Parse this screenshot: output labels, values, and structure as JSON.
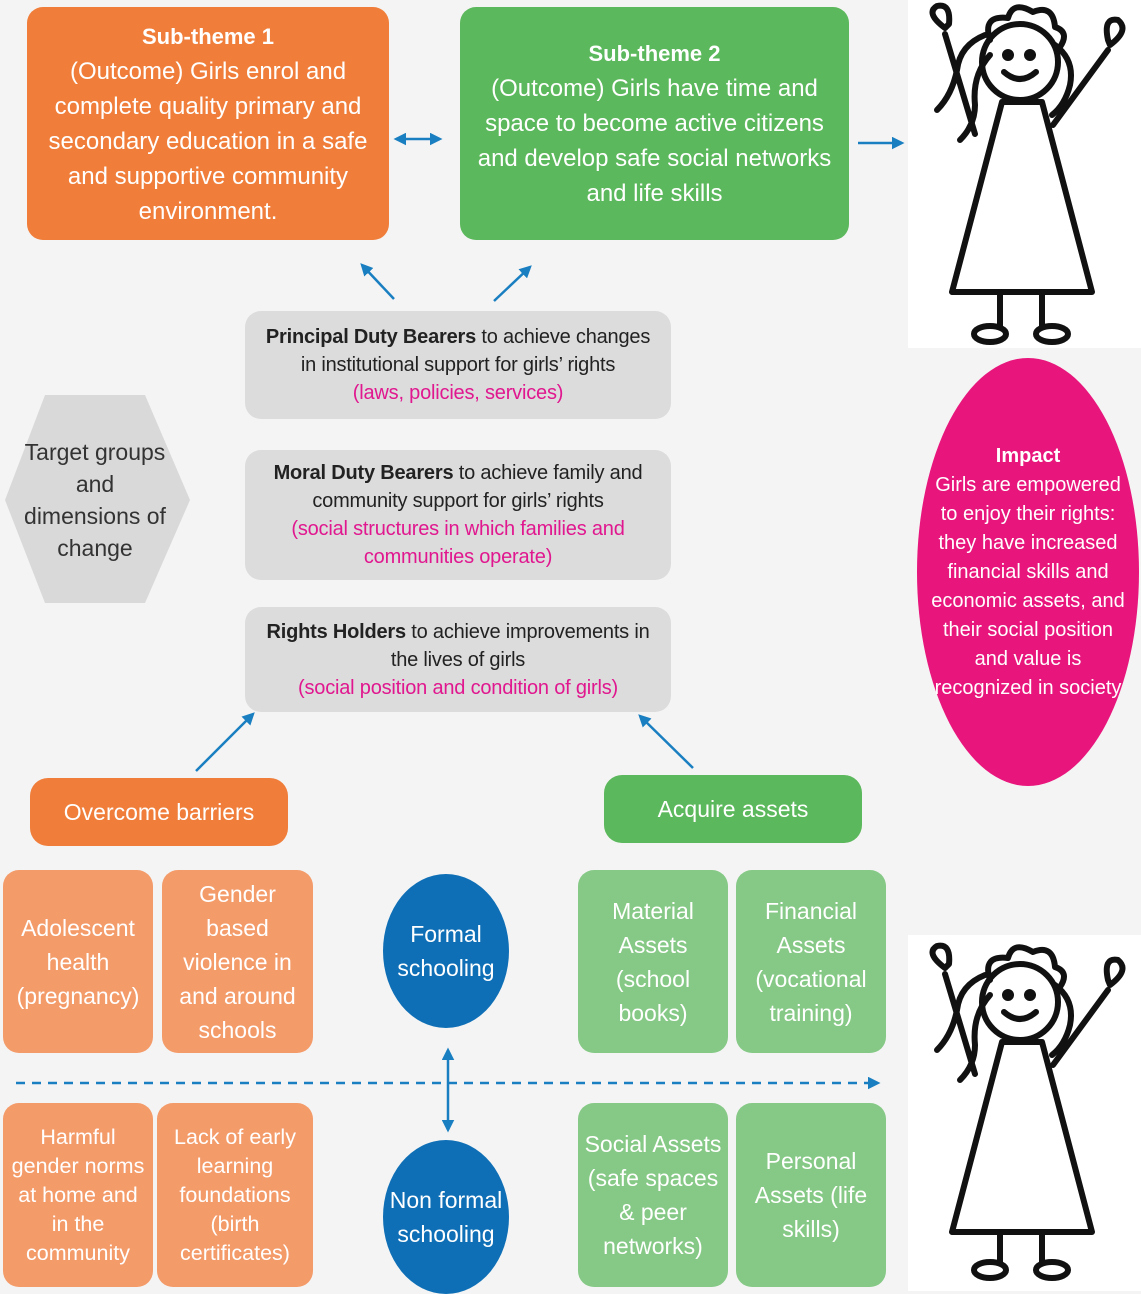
{
  "subtheme1": {
    "title": "Sub-theme 1",
    "text": "(Outcome) Girls enrol and complete quality primary and secondary education in a safe and supportive community environment."
  },
  "subtheme2": {
    "title": "Sub-theme 2",
    "text": "(Outcome) Girls have time and space to become active citizens and develop safe social networks and life skills"
  },
  "principal": {
    "bold": "Principal Duty Bearers",
    "text": " to achieve changes in institutional support for girls’ rights",
    "sub": "(laws, policies, services)"
  },
  "moral": {
    "bold": "Moral Duty Bearers",
    "text": " to achieve family and community support for girls’ rights",
    "sub": "(social structures in which families and communities operate)"
  },
  "rights": {
    "bold": "Rights Holders",
    "text": " to achieve improvements in the lives of girls",
    "sub": "(social position and condition of girls)"
  },
  "target": "Target groups and dimensions of change",
  "impact": {
    "title": "Impact",
    "text": "Girls are empowered to enjoy their rights: they have increased financial skills and economic assets, and their social position and value is recognized in society"
  },
  "barriers": "Overcome barriers",
  "assets": "Acquire assets",
  "barrier_items": [
    "Adolescent health (pregnancy)",
    "Gender based violence in and around schools",
    "Harmful gender norms at home and in the community",
    "Lack of early learning foundations (birth certificates)"
  ],
  "asset_items": [
    "Material Assets (school books)",
    "Financial Assets (vocational training)",
    "Social Assets (safe spaces & peer networks)",
    "Personal Assets (life skills)"
  ],
  "formal": "Formal schooling",
  "nonformal": "Non formal schooling",
  "colors": {
    "orange": "#f07e3a",
    "light_orange": "#f49b6a",
    "green": "#5cb85c",
    "light_green": "#86c986",
    "grey": "#dcdcdc",
    "blue": "#0e6fb6",
    "pink": "#e0178f",
    "impact": "#e8157c",
    "arrow": "#1a7fc1"
  },
  "icons": [
    "girl-figure-icon"
  ]
}
